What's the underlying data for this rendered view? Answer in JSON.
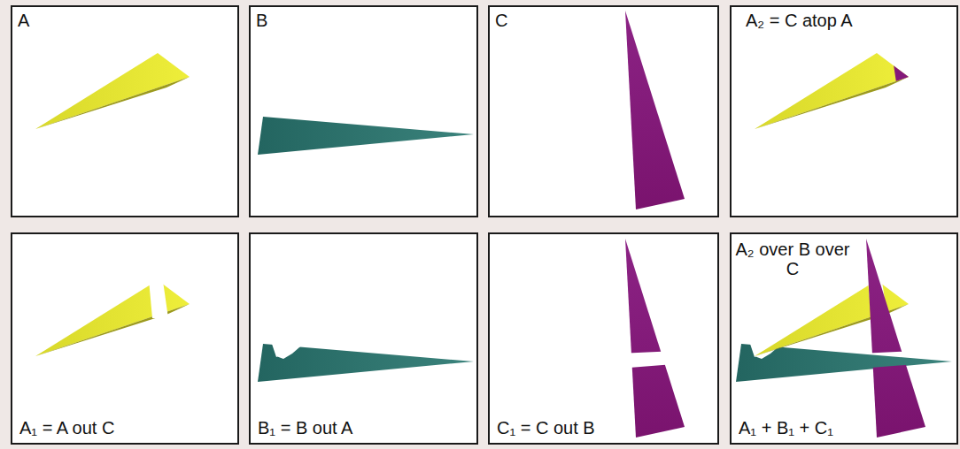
{
  "diagram": {
    "nodes": [
      {
        "text": [
          "A"
        ]
      },
      {
        "text": [
          "B"
        ]
      },
      {
        "text": [
          "C"
        ]
      },
      {
        "text": [
          "A₂ = C atop A"
        ]
      },
      {
        "text": [
          "A₁ = A out C"
        ]
      },
      {
        "text": [
          "B₁ = B out A"
        ]
      },
      {
        "text": [
          "C₁ = C out B"
        ]
      },
      {
        "text": [
          "A₂ over B over C",
          "A₁ + B₁ + C₁"
        ]
      }
    ]
  }
}
